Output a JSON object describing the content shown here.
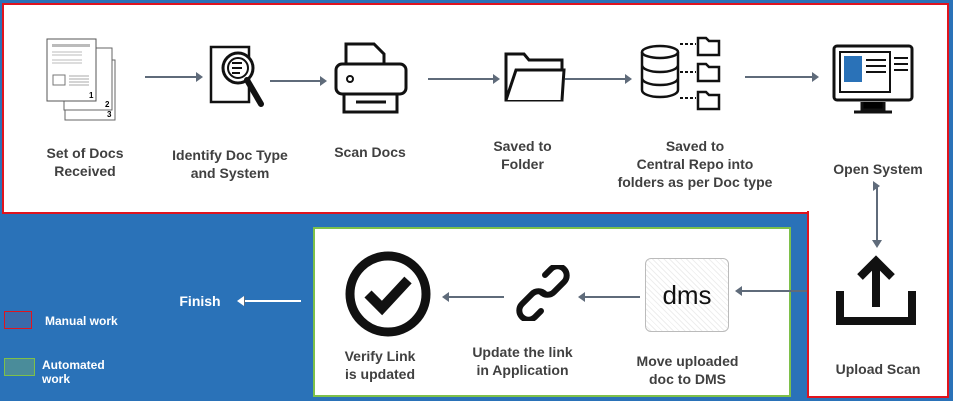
{
  "steps": {
    "set_of_docs": "Set of Docs\nReceived",
    "identify": "Identify Doc Type\nand System",
    "scan": "Scan Docs",
    "saved_folder": "Saved to\nFolder",
    "saved_repo": "Saved to\nCentral Repo into\nfolders as per Doc type",
    "open_system": "Open System",
    "upload_scan": "Upload Scan",
    "move_dms": "Move uploaded\ndoc to DMS",
    "update_link": "Update the link\nin Application",
    "verify_link": "Verify Link\nis updated",
    "finish": "Finish"
  },
  "dms_icon_text": "dms",
  "legend": {
    "manual": "Manual work",
    "automated": "Automated\nwork"
  },
  "colors": {
    "background": "#2a72b8",
    "manual_border": "#e0141e",
    "automated_border": "#7ec04a",
    "manual_swatch": "#3b6aaa",
    "automated_swatch": "#4a8c9a"
  }
}
